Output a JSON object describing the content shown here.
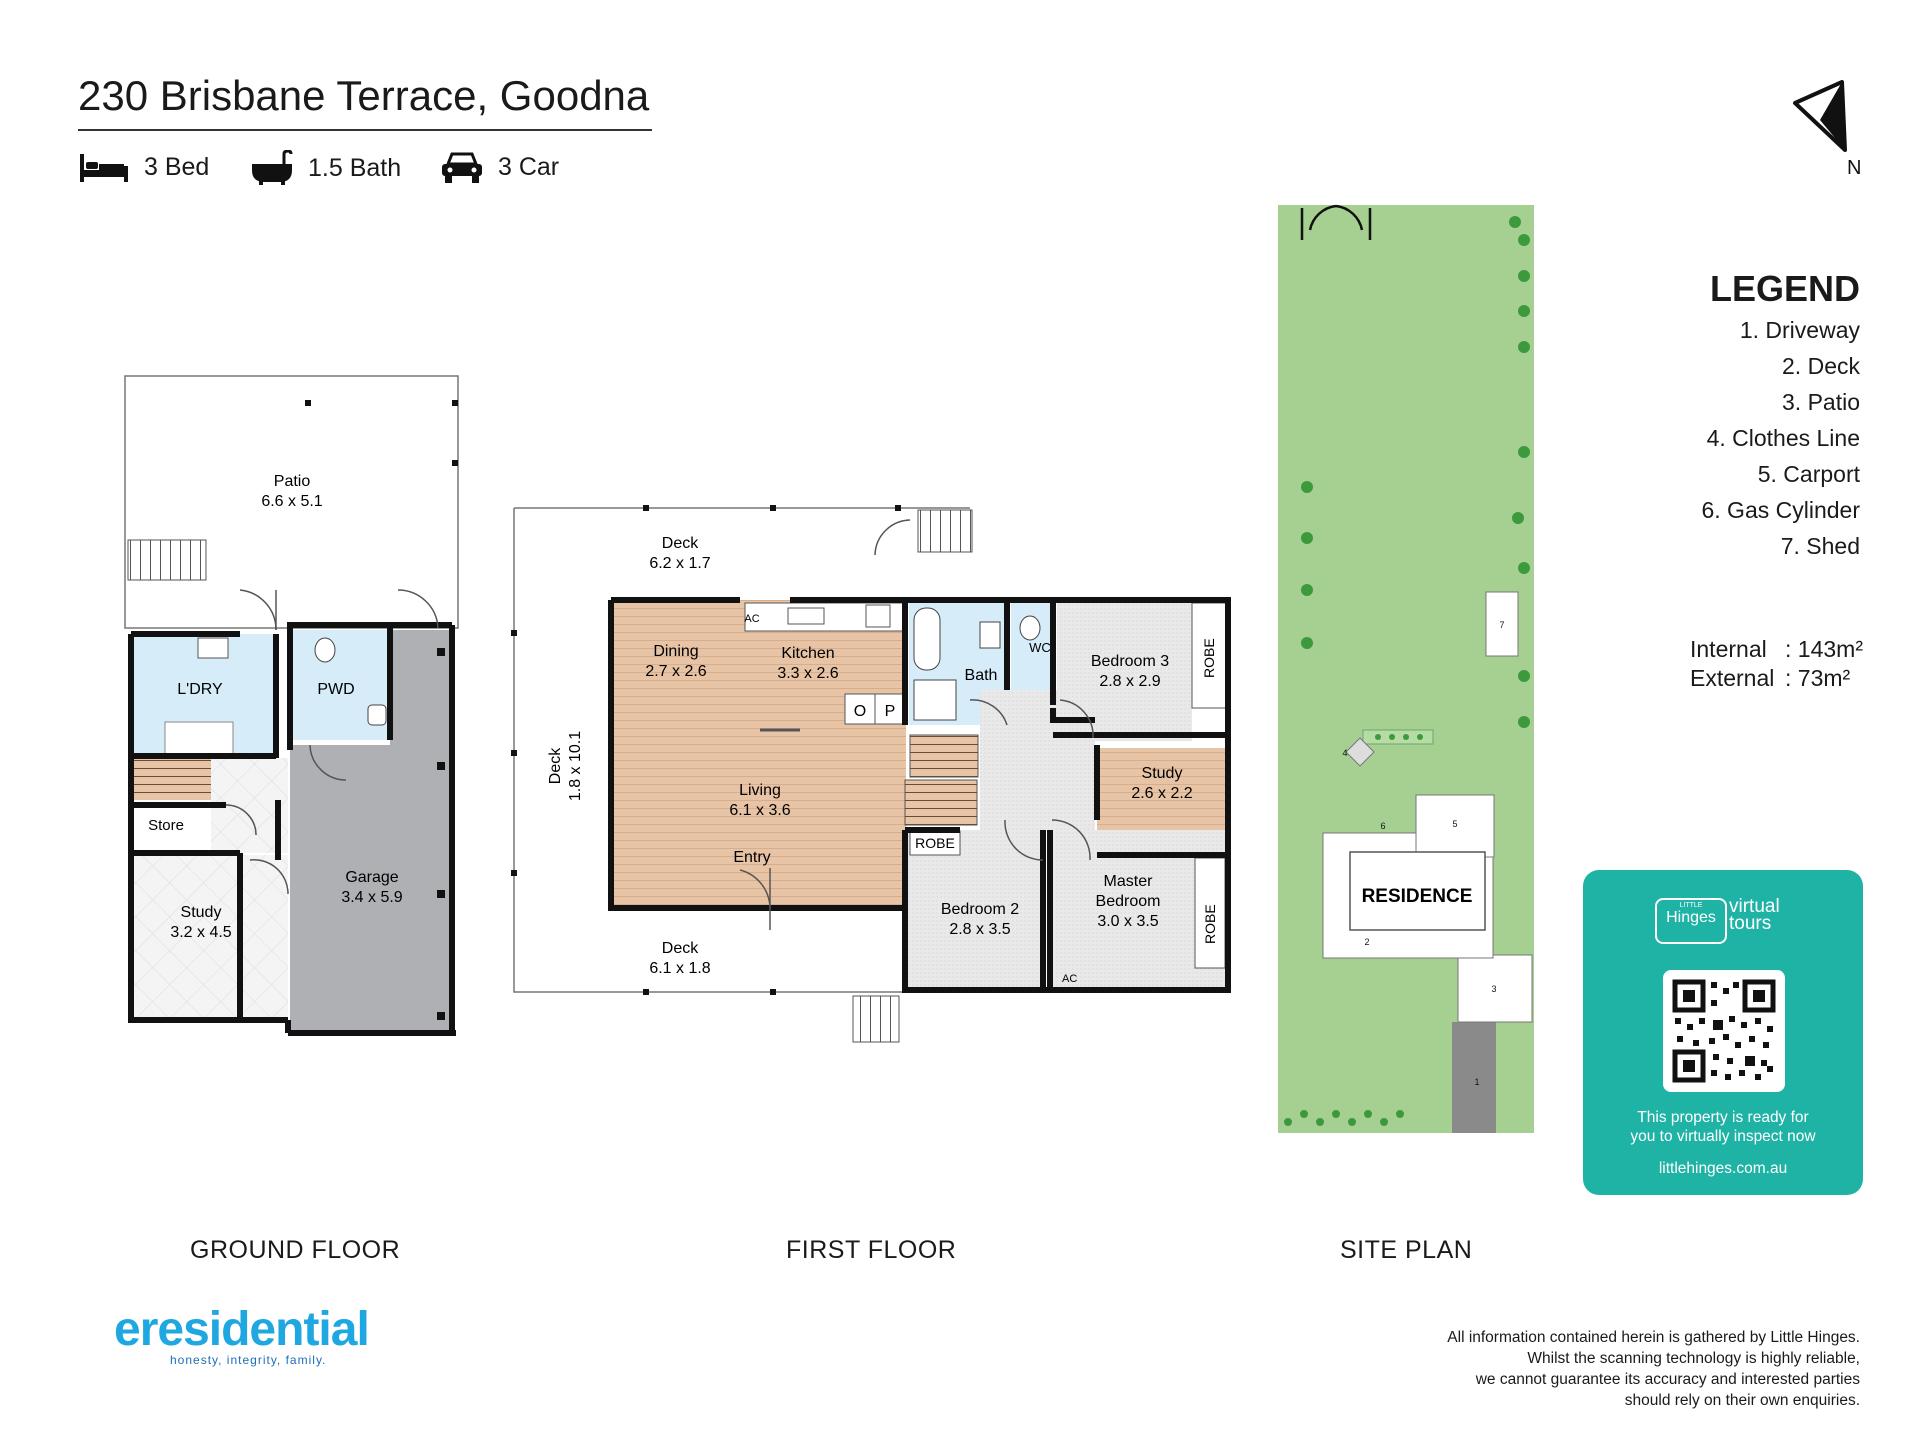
{
  "title": "230 Brisbane Terrace, Goodna",
  "features": {
    "bed": "3 Bed",
    "bath": "1.5 Bath",
    "car": "3 Car"
  },
  "compass": {
    "north_label": "N"
  },
  "legend": {
    "heading": "LEGEND",
    "items": [
      "1. Driveway",
      "2. Deck",
      "3. Patio",
      "4. Clothes Line",
      "5. Carport",
      "6. Gas Cylinder",
      "7. Shed"
    ]
  },
  "areas": {
    "internal_label": "Internal",
    "internal_value": ": 143m²",
    "external_label": "External",
    "external_value": ":  73m²"
  },
  "floors": {
    "ground": "GROUND FLOOR",
    "first": "FIRST FLOOR",
    "site": "SITE PLAN"
  },
  "ground_rooms": {
    "patio": {
      "name": "Patio",
      "dim": "6.6 x 5.1"
    },
    "laundry": {
      "name": "L'DRY"
    },
    "pwd": {
      "name": "PWD"
    },
    "store": {
      "name": "Store"
    },
    "study": {
      "name": "Study",
      "dim": "3.2 x 4.5"
    },
    "garage": {
      "name": "Garage",
      "dim": "3.4 x 5.9"
    }
  },
  "first_rooms": {
    "deck_top": {
      "name": "Deck",
      "dim": "6.2 x 1.7"
    },
    "deck_side": {
      "name": "Deck",
      "dim": "1.8 x 10.1"
    },
    "dining": {
      "name": "Dining",
      "dim": "2.7 x 2.6"
    },
    "kitchen": {
      "name": "Kitchen",
      "dim": "3.3 x 2.6"
    },
    "living": {
      "name": "Living",
      "dim": "6.1 x 3.6"
    },
    "entry": {
      "name": "Entry"
    },
    "deck_bottom": {
      "name": "Deck",
      "dim": "6.1 x 1.8"
    },
    "bath": {
      "name": "Bath"
    },
    "wc": {
      "name": "WC"
    },
    "bedroom3": {
      "name": "Bedroom 3",
      "dim": "2.8 x 2.9"
    },
    "study": {
      "name": "Study",
      "dim": "2.6 x 2.2"
    },
    "bedroom2": {
      "name": "Bedroom 2",
      "dim": "2.8 x 3.5"
    },
    "master": {
      "name": "Master",
      "name2": "Bedroom",
      "dim": "3.0 x 3.5"
    },
    "robe": "ROBE",
    "ac": "AC",
    "o": "O",
    "p": "P"
  },
  "site": {
    "residence": "RESIDENCE",
    "markers": [
      "1",
      "2",
      "3",
      "4",
      "5",
      "6",
      "7"
    ]
  },
  "virtual_tour": {
    "brand_small": "LITTLE",
    "brand": "Hinges",
    "brand_line1": "virtual",
    "brand_line2": "tours",
    "message_line1": "This property is ready for",
    "message_line2": "you to virtually inspect now",
    "url": "littlehinges.com.au"
  },
  "agency": {
    "logo_text": "eresidential",
    "tagline": "honesty, integrity, family."
  },
  "disclaimer": [
    "All information contained herein is gathered by Little Hinges.",
    "Whilst the scanning technology is highly reliable,",
    "we cannot guarantee its accuracy and interested parties",
    "should rely on their own enquiries."
  ],
  "colors": {
    "teal": "#1fb3a6",
    "wood": "#e8c4a6",
    "tile_blue": "#d6ecf8",
    "garage_grey": "#aeb0b3",
    "lawn": "#a6cf92",
    "tree": "#3c9a3c",
    "brand_blue": "#1d6fb8"
  }
}
